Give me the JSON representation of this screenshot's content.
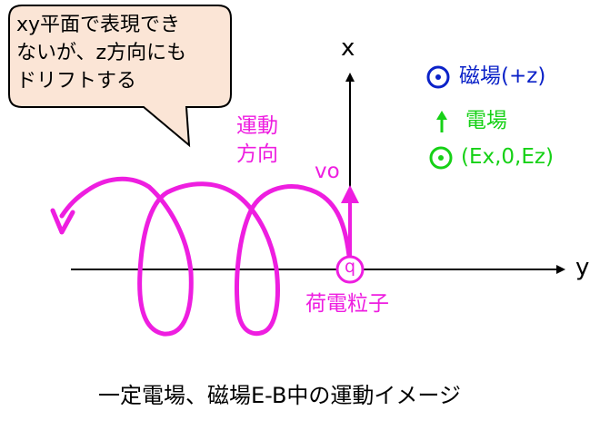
{
  "bubble": {
    "lines": [
      "xy平面で表現でき",
      "ないが、z方向にも",
      "ドリフトする"
    ]
  },
  "axes": {
    "x_label": "x",
    "y_label": "y"
  },
  "labels": {
    "motion_direction": [
      "運動",
      "方向"
    ],
    "initial_velocity": "vo",
    "charge": "q",
    "particle": "荷電粒子",
    "magnetic_field": "磁場(+z)",
    "electric_field": "電場",
    "electric_field_vector": "(Ex,0,Ez)"
  },
  "caption": "一定電場、磁場E-B中の運動イメージ",
  "colors": {
    "trajectory": "#ee1ee0",
    "magnetic": "#0b22c8",
    "electric": "#16d116",
    "bubble_fill": "#fbe5d6",
    "axes": "#000000"
  },
  "icons": {
    "magnetic_field": "out-of-page-dot-circle-icon",
    "electric_field": "up-arrow-icon",
    "electric_field_vector": "out-of-page-dot-circle-icon"
  }
}
